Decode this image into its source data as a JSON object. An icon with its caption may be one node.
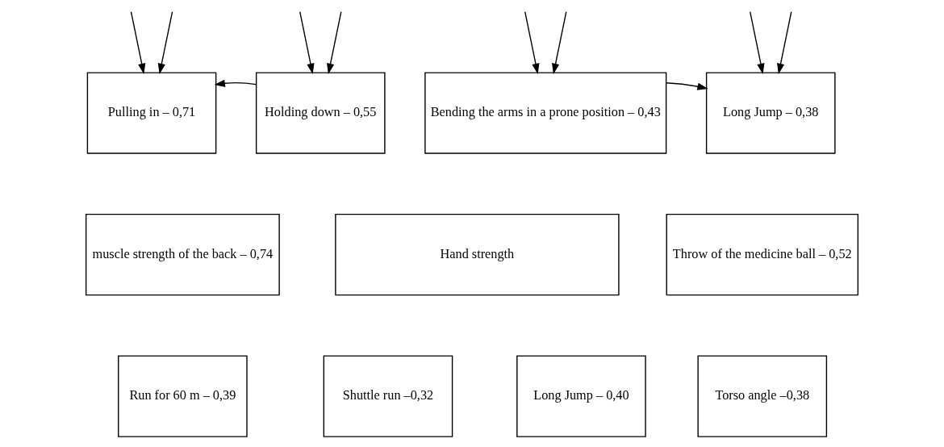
{
  "diagram": {
    "nodes": [
      {
        "text": [
          "Pulling in – 0,71"
        ]
      },
      {
        "text": [
          "Holding down – 0,55"
        ]
      },
      {
        "text": [
          "Bending the arms in a prone position – 0,43"
        ]
      },
      {
        "text": [
          "Long Jump – 0,38"
        ]
      },
      {
        "text": [
          "muscle strength of the back – 0,74"
        ]
      },
      {
        "text": [
          "Hand strength"
        ]
      },
      {
        "text": [
          "Throw of the medicine ball – 0,52"
        ]
      },
      {
        "text": [
          "Run for 60 m – 0,39"
        ]
      },
      {
        "text": [
          "Shuttle run –0,32"
        ]
      },
      {
        "text": [
          "Long Jump – 0,40"
        ]
      },
      {
        "text": [
          "Torso angle –0,38"
        ]
      }
    ],
    "edges": [
      {
        "from": 1,
        "to": 0,
        "arrow": "to"
      },
      {
        "from": 2,
        "to": 3,
        "arrow": "to"
      },
      {
        "from": null,
        "to": 0,
        "arrow": "to"
      },
      {
        "from": null,
        "to": 1,
        "arrow": "to"
      },
      {
        "from": null,
        "to": 2,
        "arrow": "to"
      },
      {
        "from": null,
        "to": 3,
        "arrow": "to"
      },
      {
        "from": null,
        "to": 0,
        "arrow": "to"
      },
      {
        "from": null,
        "to": 1,
        "arrow": "to"
      },
      {
        "from": null,
        "to": 2,
        "arrow": "to"
      },
      {
        "from": null,
        "to": 3,
        "arrow": "to"
      }
    ]
  }
}
